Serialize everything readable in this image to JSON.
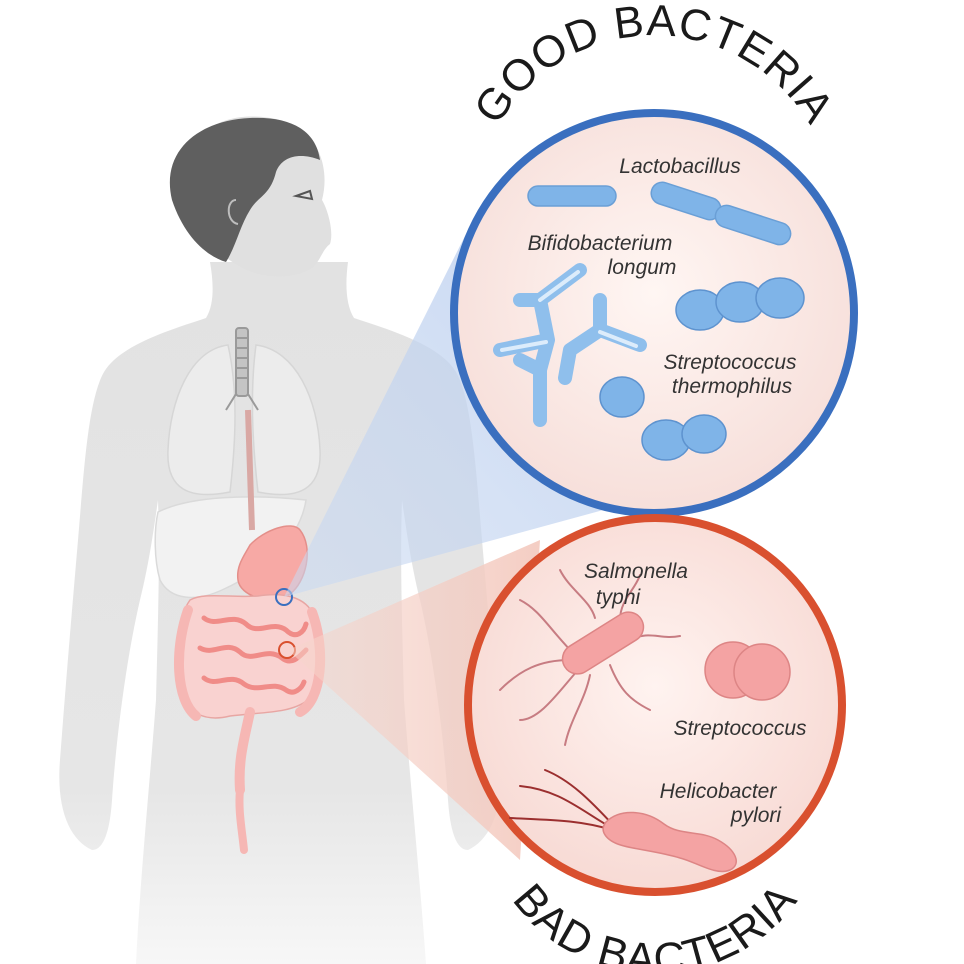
{
  "good_panel": {
    "title": "GOOD BACTERIA",
    "ring_color": "#3a6fbf",
    "bacteria": {
      "lactobacillus": "Lactobacillus",
      "bifido_line1": "Bifidobacterium",
      "bifido_line2": "longum",
      "strepto_line1": "Streptococcus",
      "strepto_line2": "thermophilus"
    }
  },
  "bad_panel": {
    "title": "BAD BACTERIA",
    "ring_color": "#d9502f",
    "bacteria": {
      "salmonella_line1": "Salmonella",
      "salmonella_line2": "typhi",
      "streptococcus": "Streptococcus",
      "helico_line1": "Helicobacter",
      "helico_line2": "pylori"
    }
  },
  "colors": {
    "body": "#e3e3e3",
    "hair": "#5f5f5f",
    "good_fill": "#7fb4e8",
    "bad_fill": "#f0a0a0",
    "intestine": "#f4a9a9"
  }
}
